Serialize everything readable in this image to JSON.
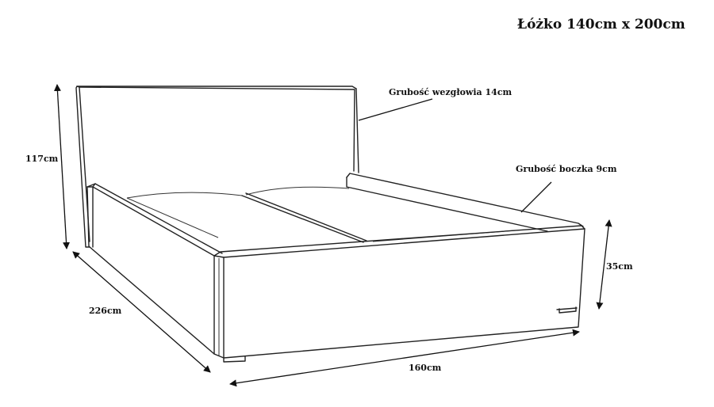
{
  "title": "Łóżko 140cm x 200cm",
  "labels": {
    "headboard_thickness": "Grubość wezgłowia 14cm",
    "side_thickness": "Grubość boczka 9cm",
    "height_headboard": "117cm",
    "length": "226cm",
    "width": "160cm",
    "height_frame": "35cm"
  }
}
